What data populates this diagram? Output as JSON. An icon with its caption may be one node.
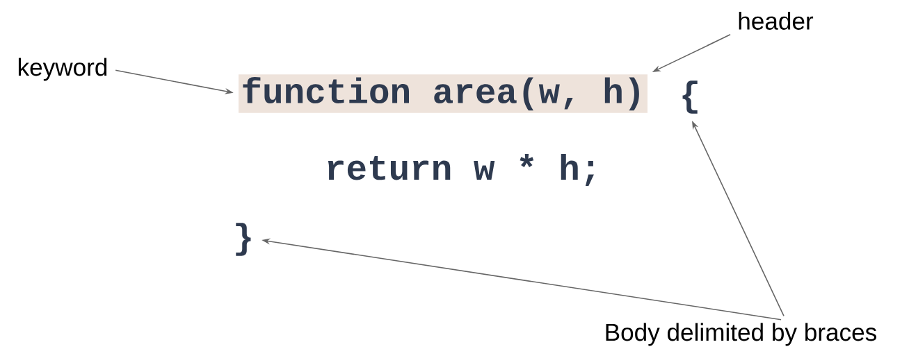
{
  "diagram": {
    "nodes": [
      {
        "text": [
          "keyword"
        ]
      },
      {
        "text": [
          "header"
        ]
      },
      {
        "text": [
          "function area(w, h)"
        ]
      },
      {
        "text": [
          "{"
        ]
      },
      {
        "text": [
          "}"
        ]
      },
      {
        "text": [
          "Body delimited by braces"
        ]
      }
    ],
    "edges": [
      {
        "from": 0,
        "to": 2,
        "arrow": "to"
      },
      {
        "from": 1,
        "to": 2,
        "arrow": "to"
      },
      {
        "from": 5,
        "to": 3,
        "arrow": "to"
      },
      {
        "from": 5,
        "to": 4,
        "arrow": "to"
      }
    ],
    "labels": [
      "return w * h;"
    ]
  }
}
